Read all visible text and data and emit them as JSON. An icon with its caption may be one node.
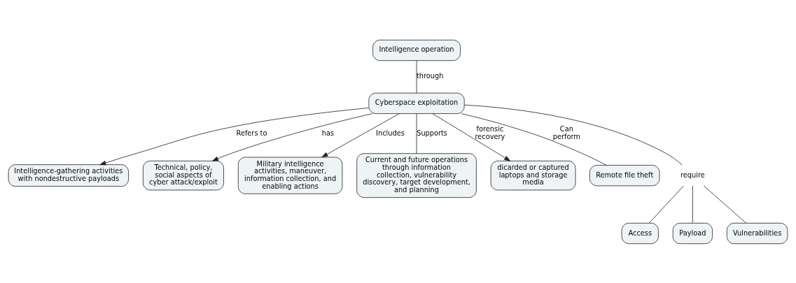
{
  "diagram": {
    "nodes": [
      {
        "text": [
          "Intelligence operation"
        ]
      },
      {
        "text": [
          "Cyberspace exploitation"
        ]
      },
      {
        "text": [
          "Intelligence-gathering activities with nondestructive payloads"
        ]
      },
      {
        "text": [
          "Technical, policy, social aspects of cyber attack/exploit"
        ]
      },
      {
        "text": [
          "Military intelligence activities, maneuver, information collection, and enabling actions"
        ]
      },
      {
        "text": [
          "Current and future operations through information collection, vulnerability discovery, target development, and planning"
        ]
      },
      {
        "text": [
          "dicarded or captured laptops and storage media"
        ]
      },
      {
        "text": [
          "Remote file theft"
        ]
      },
      {
        "text": [
          "require"
        ]
      },
      {
        "text": [
          "Access"
        ]
      },
      {
        "text": [
          "Payload"
        ]
      },
      {
        "text": [
          "Vulnerabilities"
        ]
      }
    ],
    "edges": [
      {
        "from": 0,
        "to": 1,
        "arrow": "none",
        "label": "through"
      },
      {
        "from": 1,
        "to": 2,
        "arrow": "to",
        "label": "Refers to"
      },
      {
        "from": 1,
        "to": 3,
        "arrow": "to",
        "label": "has"
      },
      {
        "from": 1,
        "to": 4,
        "arrow": "to",
        "label": "Includes"
      },
      {
        "from": 1,
        "to": 5,
        "arrow": "none",
        "label": "Supports"
      },
      {
        "from": 1,
        "to": 7,
        "arrow": "none",
        "label": "Can perform"
      },
      {
        "from": 1,
        "to": 8,
        "arrow": "none"
      },
      {
        "from": 1,
        "to": 6,
        "arrow": "to",
        "label": "forensic recovery"
      },
      {
        "from": 8,
        "to": 9,
        "arrow": "none"
      },
      {
        "from": 8,
        "to": 10,
        "arrow": "none"
      },
      {
        "from": 8,
        "to": 11,
        "arrow": "none"
      }
    ]
  }
}
